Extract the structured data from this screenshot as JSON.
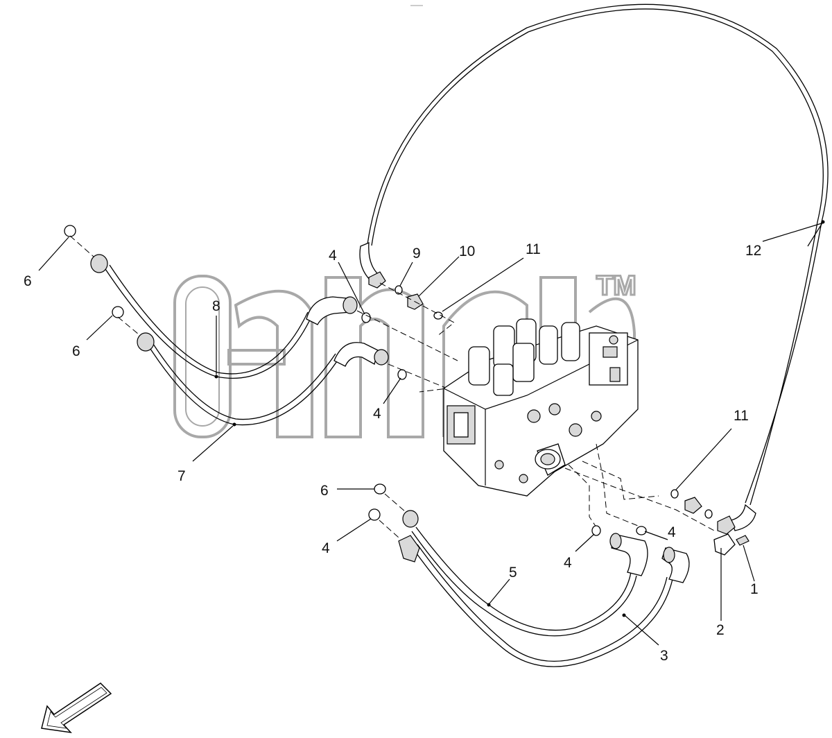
{
  "watermark": {
    "mark": "TM"
  },
  "callouts": [
    {
      "id": "c1",
      "label": "1"
    },
    {
      "id": "c2",
      "label": "2"
    },
    {
      "id": "c3",
      "label": "3"
    },
    {
      "id": "c4a",
      "label": "4"
    },
    {
      "id": "c4b",
      "label": "4"
    },
    {
      "id": "c4c",
      "label": "4"
    },
    {
      "id": "c4d",
      "label": "4"
    },
    {
      "id": "c4e",
      "label": "4"
    },
    {
      "id": "c5",
      "label": "5"
    },
    {
      "id": "c6a",
      "label": "6"
    },
    {
      "id": "c6b",
      "label": "6"
    },
    {
      "id": "c6c",
      "label": "6"
    },
    {
      "id": "c7",
      "label": "7"
    },
    {
      "id": "c8",
      "label": "8"
    },
    {
      "id": "c9",
      "label": "9"
    },
    {
      "id": "c10",
      "label": "10"
    },
    {
      "id": "c11a",
      "label": "11"
    },
    {
      "id": "c11b",
      "label": "11"
    },
    {
      "id": "c12",
      "label": "12"
    }
  ],
  "colors": {
    "line": "#000000",
    "watermark": "#9a9a9a",
    "background": "#ffffff"
  },
  "icons": {
    "direction": "front-direction-arrow-icon"
  }
}
